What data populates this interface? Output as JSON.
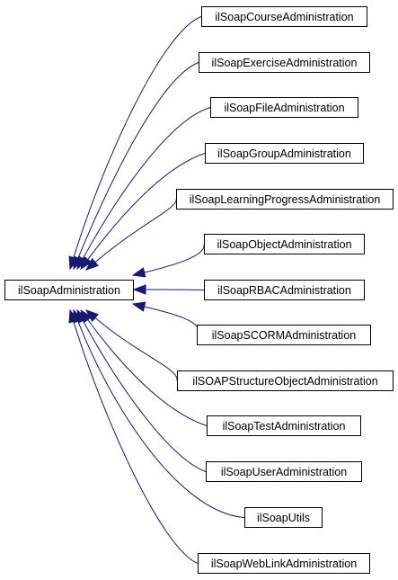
{
  "diagram": {
    "type": "class-inheritance-graph",
    "colors": {
      "edge": "#191970",
      "node_border": "#000000",
      "node_fill": "#ffffff",
      "text": "#000000"
    },
    "base_class": {
      "id": "base",
      "label": "ilSoapAdministration"
    },
    "derived_classes": [
      {
        "id": "course",
        "label": "ilSoapCourseAdministration"
      },
      {
        "id": "exercise",
        "label": "ilSoapExerciseAdministration"
      },
      {
        "id": "file",
        "label": "ilSoapFileAdministration"
      },
      {
        "id": "group",
        "label": "ilSoapGroupAdministration"
      },
      {
        "id": "learning_progress",
        "label": "ilSoapLearningProgressAdministration"
      },
      {
        "id": "object",
        "label": "ilSoapObjectAdministration"
      },
      {
        "id": "rbac",
        "label": "ilSoapRBACAdministration"
      },
      {
        "id": "scorm",
        "label": "ilSoapSCORMAdministration"
      },
      {
        "id": "structure_object",
        "label": "ilSOAPStructureObjectAdministration"
      },
      {
        "id": "test",
        "label": "ilSoapTestAdministration"
      },
      {
        "id": "user",
        "label": "ilSoapUserAdministration"
      },
      {
        "id": "utils",
        "label": "ilSoapUtils"
      },
      {
        "id": "web_link",
        "label": "ilSoapWebLinkAdministration"
      }
    ],
    "edges": [
      {
        "from": "course",
        "to": "base"
      },
      {
        "from": "exercise",
        "to": "base"
      },
      {
        "from": "file",
        "to": "base"
      },
      {
        "from": "group",
        "to": "base"
      },
      {
        "from": "learning_progress",
        "to": "base"
      },
      {
        "from": "object",
        "to": "base"
      },
      {
        "from": "rbac",
        "to": "base"
      },
      {
        "from": "scorm",
        "to": "base"
      },
      {
        "from": "structure_object",
        "to": "base"
      },
      {
        "from": "test",
        "to": "base"
      },
      {
        "from": "user",
        "to": "base"
      },
      {
        "from": "utils",
        "to": "base"
      },
      {
        "from": "web_link",
        "to": "base"
      }
    ]
  }
}
